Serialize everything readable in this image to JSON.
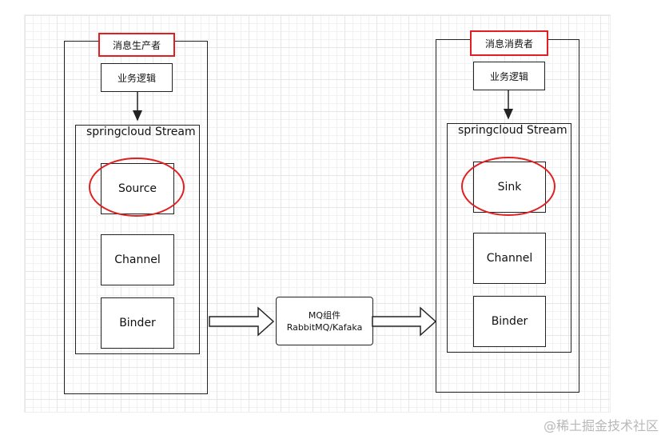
{
  "producer": {
    "title": "消息生产者",
    "business": "业务逻辑",
    "stream": "springcloud Stream",
    "source": "Source",
    "channel": "Channel",
    "binder": "Binder"
  },
  "consumer": {
    "title": "消息消费者",
    "business": "业务逻辑",
    "stream": "springcloud Stream",
    "sink": "Sink",
    "channel": "Channel",
    "binder": "Binder"
  },
  "mq": {
    "line1": "MQ组件",
    "line2": "RabbitMQ/Kafaka"
  },
  "watermark": "@稀土掘金技术社区",
  "colors": {
    "highlight": "#e02020",
    "stroke": "#222222"
  }
}
